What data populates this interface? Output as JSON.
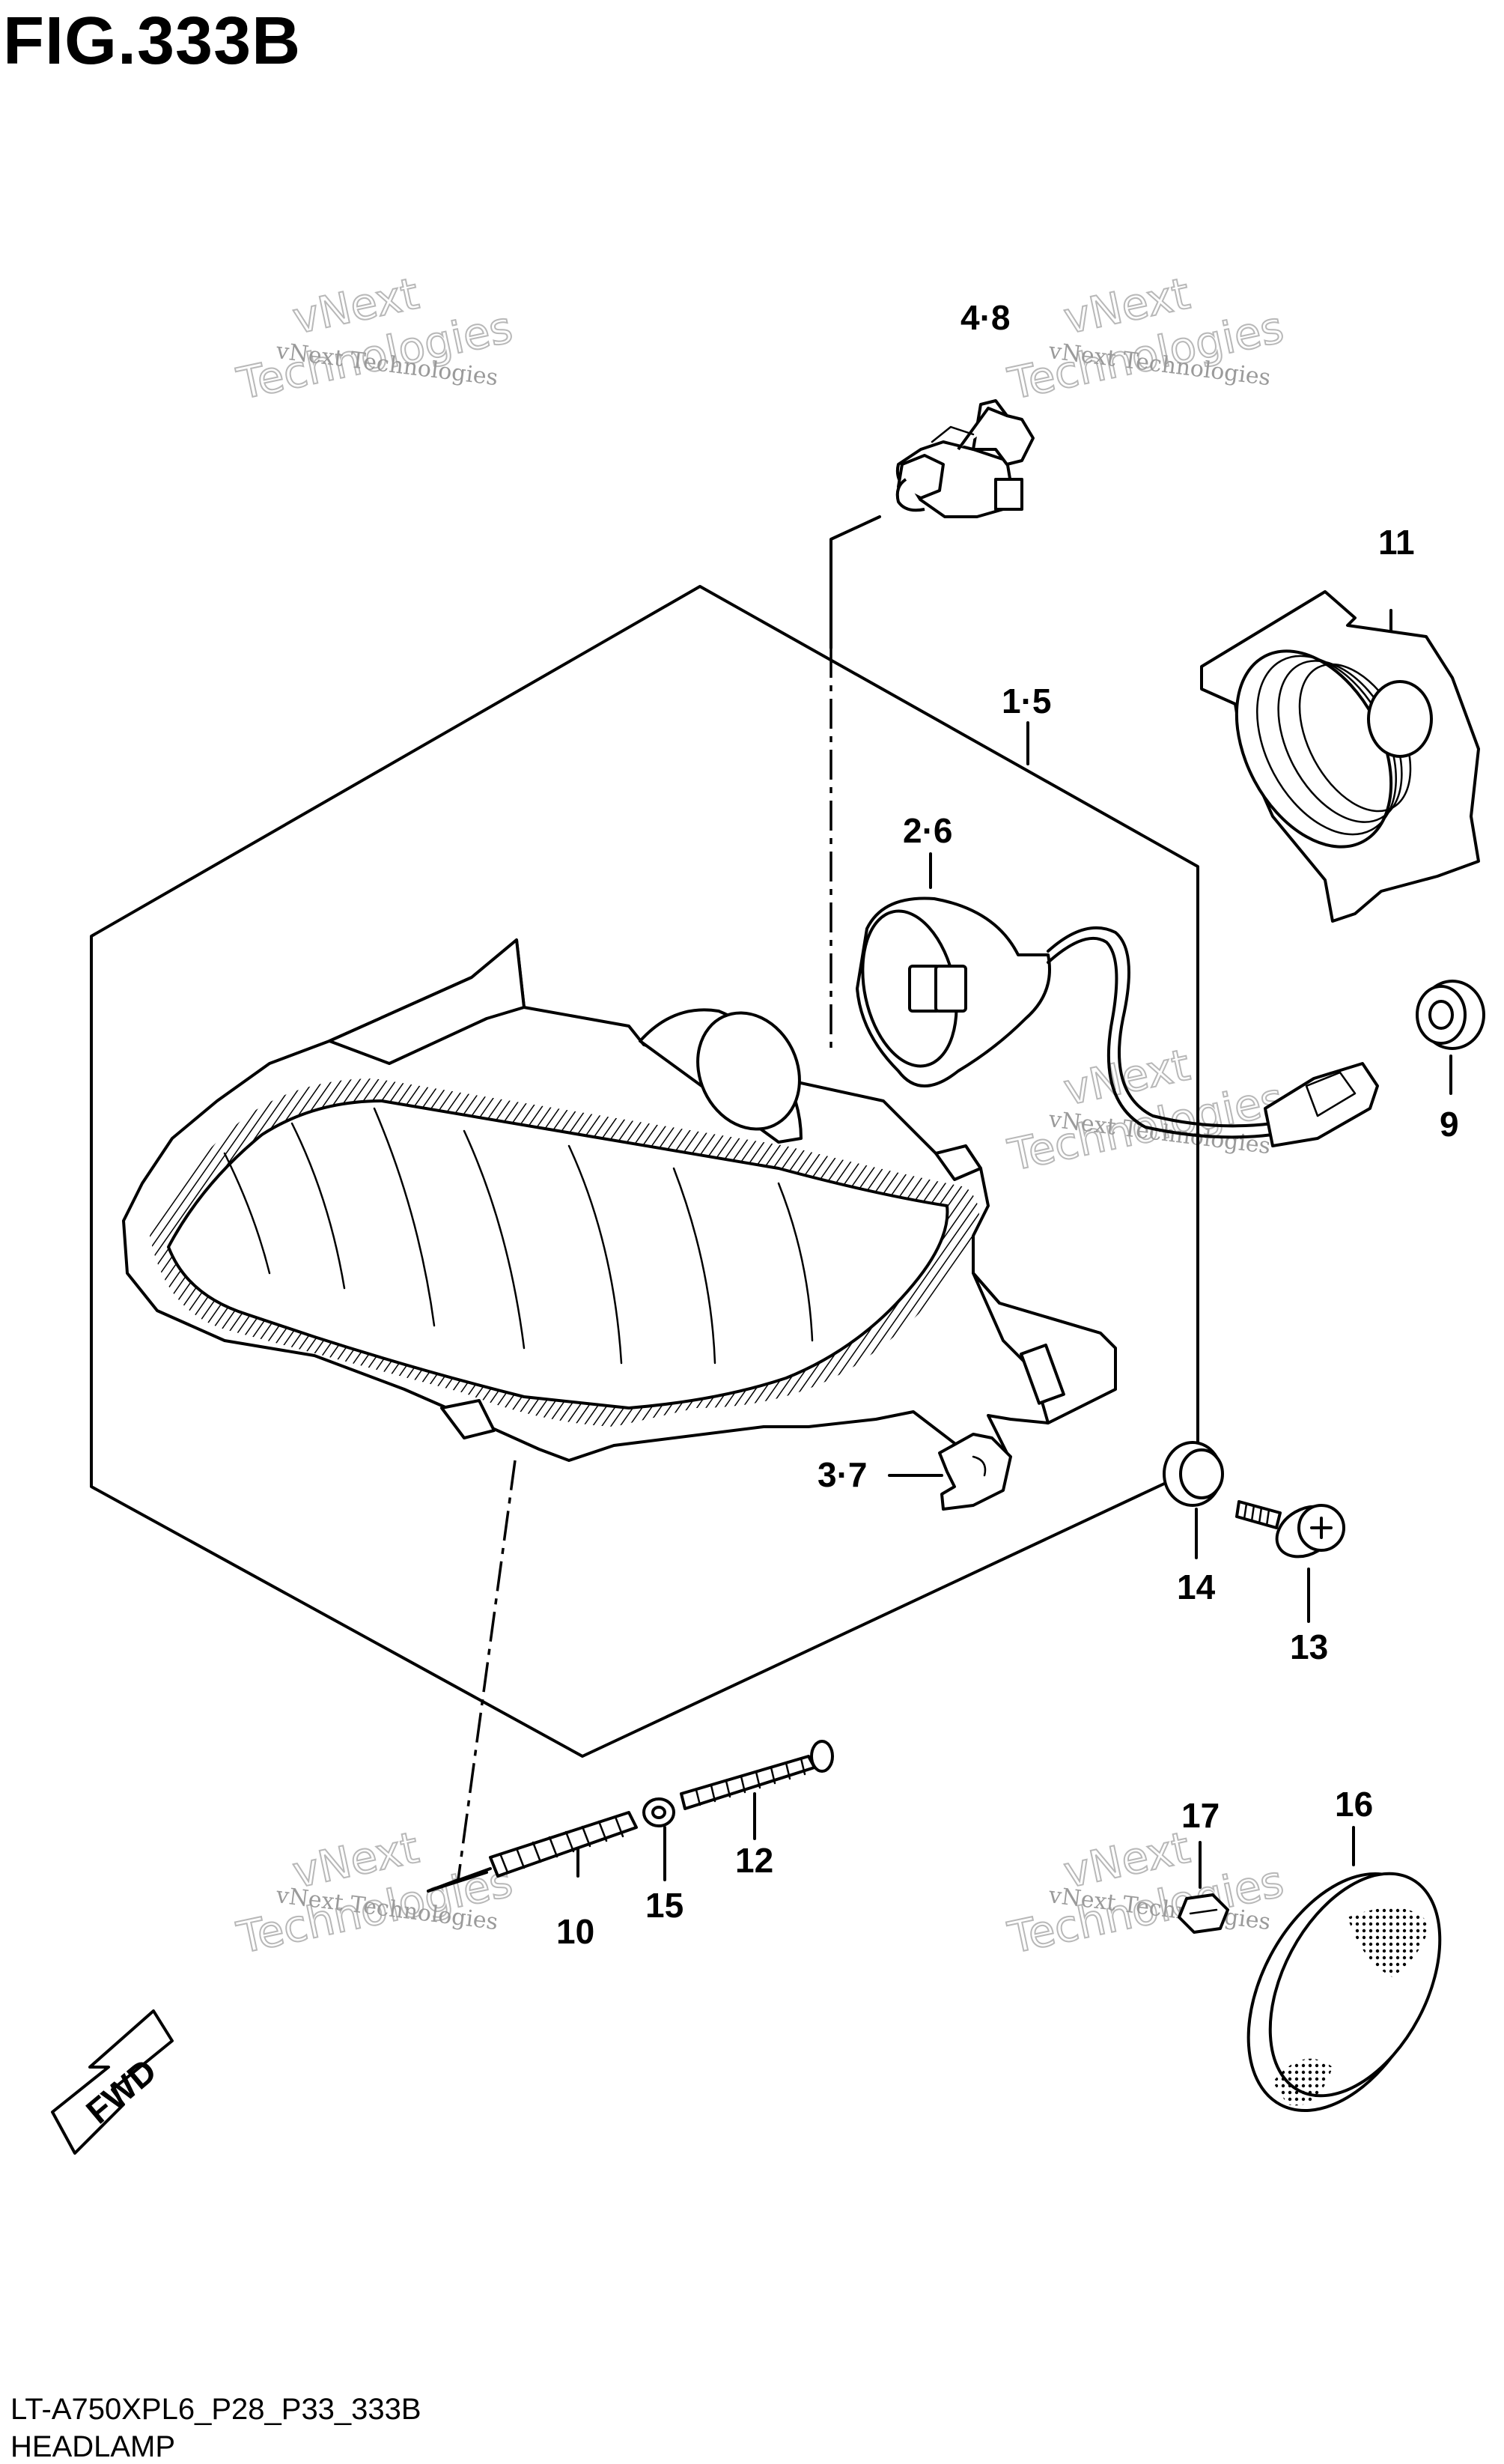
{
  "figure": {
    "title": "FIG.333B",
    "model_code": "LT-A750XPL6_P28_P33_333B",
    "section_name": "HEADLAMP"
  },
  "parts": [
    {
      "id": "bulb",
      "ref": "4·8"
    },
    {
      "id": "housing",
      "ref": "1·5"
    },
    {
      "id": "socket",
      "ref": "2·6"
    },
    {
      "id": "clip",
      "ref": "3·7"
    },
    {
      "id": "grommet",
      "ref": "9"
    },
    {
      "id": "spring",
      "ref": "10"
    },
    {
      "id": "cover",
      "ref": "11"
    },
    {
      "id": "screw-long",
      "ref": "12"
    },
    {
      "id": "screw",
      "ref": "13"
    },
    {
      "id": "cushion",
      "ref": "14"
    },
    {
      "id": "washer",
      "ref": "15"
    },
    {
      "id": "reflector",
      "ref": "16"
    },
    {
      "id": "nut",
      "ref": "17"
    }
  ],
  "direction_badge": "FWD",
  "watermark": {
    "small": "vNext Technologies",
    "big_line1": "vNext",
    "big_line2": "Technologies"
  }
}
